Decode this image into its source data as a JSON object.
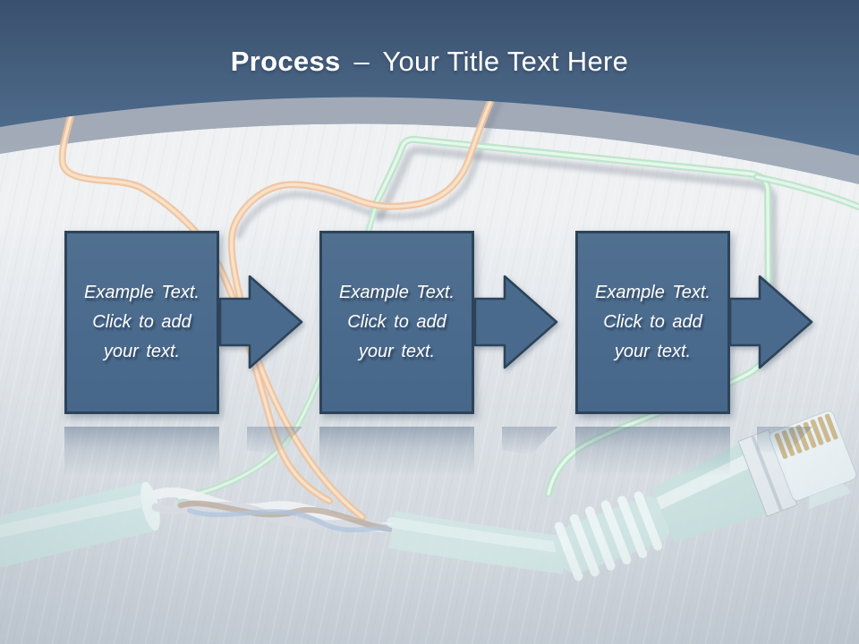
{
  "slide": {
    "title": {
      "emphasis": "Process",
      "separator": "–",
      "rest": "Your Title Text Here"
    },
    "steps": [
      {
        "label": "Example Text.\nClick to add\nyour text."
      },
      {
        "label": "Example Text.\nClick to add\nyour text."
      },
      {
        "label": "Example Text.\nClick to add\nyour text."
      }
    ],
    "background": {
      "image": "ethernet-network-cable-photo-washed-out"
    },
    "colors": {
      "header_top": "#3b5270",
      "header_bottom": "#587799",
      "curve_band": "#a6aeba",
      "body_top": "#eff1f3",
      "body_bottom": "#cbd2d9",
      "box_fill": "#4a6a8d",
      "box_border": "#2d4359",
      "title_text": "#ffffff",
      "step_text": "#ffffff",
      "wire_orange": "#eec29c",
      "wire_green": "#b9e3c8",
      "cable_teal": "#d2e8e6"
    }
  }
}
